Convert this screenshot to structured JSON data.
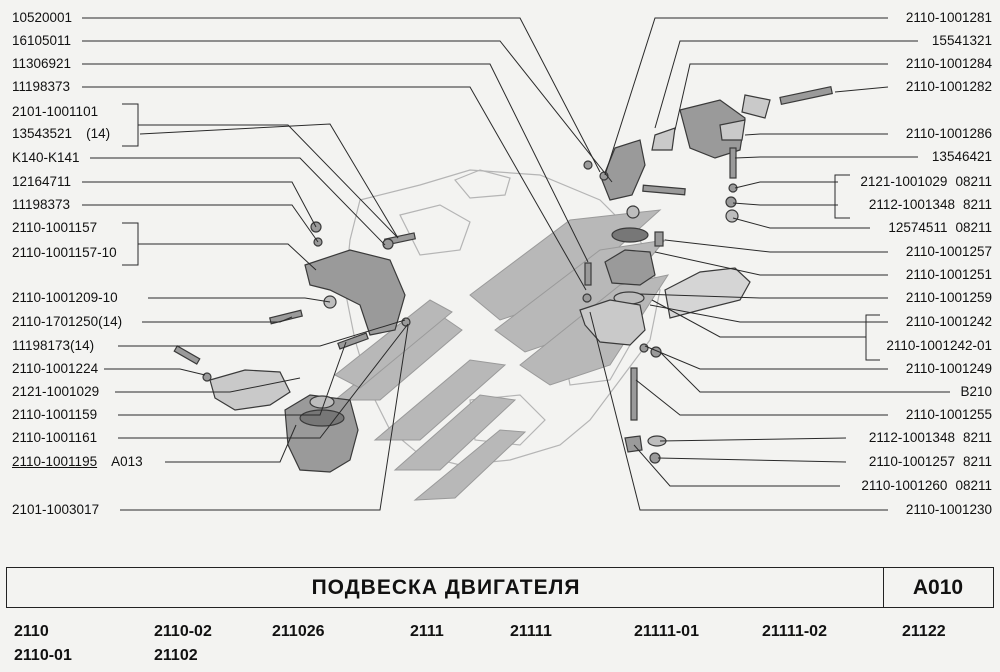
{
  "title": "ПОДВЕСКА  ДВИГАТЕЛЯ",
  "code": "A010",
  "colors": {
    "line": "#2a2a2a",
    "part": "#9a9a9a",
    "part_dark": "#5a5a5a",
    "logo_fill": "#b8b8b8",
    "background": "#f3f3f1"
  },
  "left_labels": [
    {
      "text": "10520001"
    },
    {
      "text": "16105011"
    },
    {
      "text": "11306921"
    },
    {
      "text": "11198373"
    },
    {
      "text": "2101-1001101"
    },
    {
      "text": "13543521",
      "extra": "(14)"
    },
    {
      "text": "K140-K141"
    },
    {
      "text": "12164711"
    },
    {
      "text": "11198373"
    },
    {
      "text": "2110-1001157"
    },
    {
      "text": "2110-1001157-10"
    },
    {
      "text": "2110-1001209-10"
    },
    {
      "text": "2110-1701250(14)"
    },
    {
      "text": "11198173(14)"
    },
    {
      "text": "2110-1001224"
    },
    {
      "text": "2121-1001029"
    },
    {
      "text": "2110-1001159"
    },
    {
      "text": "2110-1001161"
    },
    {
      "text": "2110-1001195",
      "extra": "A013"
    },
    {
      "text": "2101-1003017"
    }
  ],
  "right_labels": [
    {
      "text": "2110-1001281"
    },
    {
      "text": "15541321"
    },
    {
      "text": "2110-1001284"
    },
    {
      "text": "2110-1001282"
    },
    {
      "text": "2110-1001286"
    },
    {
      "text": "13546421"
    },
    {
      "text": "2121-1001029",
      "extra": "08211"
    },
    {
      "text": "2112-1001348",
      "extra": "8211"
    },
    {
      "text": "12574511",
      "extra": "08211"
    },
    {
      "text": "2110-1001257"
    },
    {
      "text": "2110-1001251"
    },
    {
      "text": "2110-1001259"
    },
    {
      "text": "2110-1001242"
    },
    {
      "text": "2110-1001242-01"
    },
    {
      "text": "2110-1001249"
    },
    {
      "text": "B210"
    },
    {
      "text": "2110-1001255"
    },
    {
      "text": "2112-1001348",
      "extra": "8211"
    },
    {
      "text": "2110-1001257",
      "extra": "8211"
    },
    {
      "text": "2110-1001260",
      "extra": "08211"
    },
    {
      "text": "2110-1001230"
    }
  ],
  "models": [
    "2110",
    "2110-01",
    "2110-02",
    "21102",
    "211026",
    "2111",
    "21111",
    "21111-01",
    "21111-02",
    "21122"
  ]
}
